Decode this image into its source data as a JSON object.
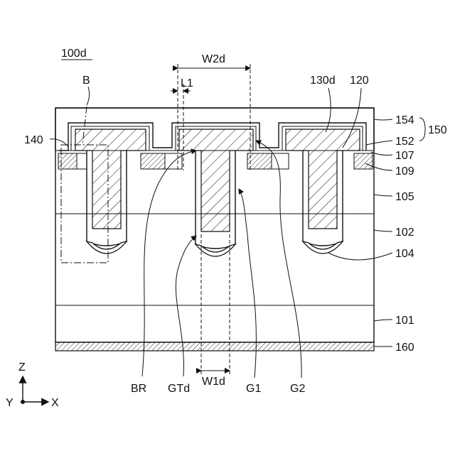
{
  "figure": {
    "ref": "100d",
    "labels": {
      "B": "B",
      "W2d": "W2d",
      "L1": "L1",
      "l130d": "130d",
      "l120": "120",
      "l154": "154",
      "l150": "150",
      "l152": "152",
      "l140": "140",
      "l107": "107",
      "l109": "109",
      "l105": "105",
      "l102": "102",
      "l104": "104",
      "l101": "101",
      "l160": "160",
      "BR": "BR",
      "GTd": "GTd",
      "W1d": "W1d",
      "G1": "G1",
      "G2": "G2"
    },
    "axes": {
      "z": "Z",
      "y": "Y",
      "x": "X"
    }
  }
}
